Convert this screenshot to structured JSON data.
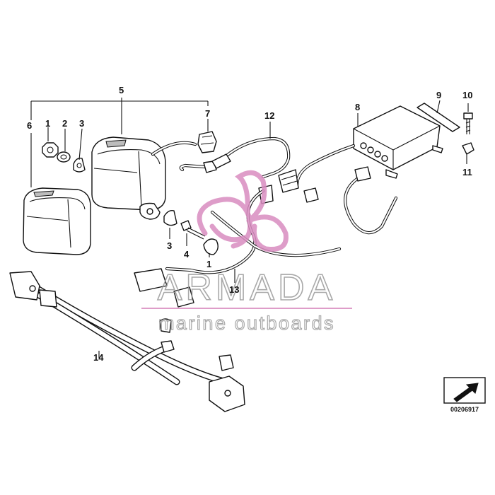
{
  "callouts": {
    "c1a": "1",
    "c2": "2",
    "c3a": "3",
    "c5": "5",
    "c6": "6",
    "c7": "7",
    "c8": "8",
    "c9": "9",
    "c10": "10",
    "c11": "11",
    "c12": "12",
    "c3b": "3",
    "c4": "4",
    "c1b": "1",
    "c13": "13",
    "c14": "14"
  },
  "watermark": {
    "brand": "ARMADA",
    "tagline": "marine outboards",
    "accent_color": "#d98cc0"
  },
  "diagram_ref": "00206917"
}
